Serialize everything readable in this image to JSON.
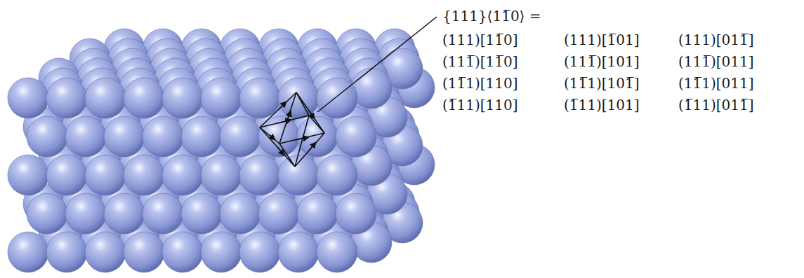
{
  "diagram": {
    "labels": [
      "{111}⟨11̅0⟩ =",
      "(111)[11̅0]",
      "(111)[1̅01]",
      "(111)[011̅]",
      "(111̅)[11̅0]",
      "(111̅)[101]",
      "(111̅)[011]",
      "(11̅1)[110]",
      "(11̅1)[101̅]",
      "(11̅1)[011]",
      "(1̅11)[110]",
      "(1̅11)[101]",
      "(1̅11)[011̅]"
    ]
  }
}
